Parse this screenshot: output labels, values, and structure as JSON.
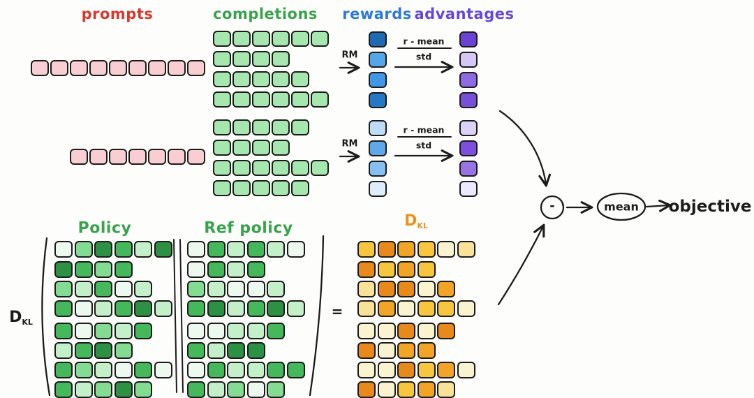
{
  "palette": {
    "ink": "#1c1c1c",
    "background": "#fdfdfb",
    "prompt_fill": "#f8ced2",
    "completion_fill": "#a6e7af",
    "label_red": "#d6392e",
    "label_green": "#38a34c",
    "label_blue": "#2b7bd4",
    "label_purple": "#6747d8",
    "label_orange": "#e8941c",
    "green_shades": {
      "g0": "#edf9ee",
      "g1": "#c3efc9",
      "g2": "#84db92",
      "g3": "#44b85b",
      "g4": "#2d9144"
    },
    "orange_shades": {
      "o0": "#faf3cf",
      "o1": "#f8e29a",
      "o2": "#f6c63e",
      "o3": "#f2a426",
      "o4": "#e8891c"
    }
  },
  "header": {
    "prompts": "prompts",
    "completions": "completions",
    "rewards": "rewards",
    "advantages": "advantages"
  },
  "top": {
    "rm_label": "RM",
    "fraction": {
      "numerator": "r - mean",
      "denominator": "std"
    },
    "prompt_rows": [
      9,
      7
    ],
    "completion_groups": [
      [
        6,
        4,
        5,
        6
      ],
      [
        5,
        4,
        6,
        5
      ]
    ],
    "reward_columns": [
      [
        "#1d6ab3",
        "#54a6e9",
        "#3e98e5",
        "#2478c5"
      ],
      [
        "#bcdcf7",
        "#5fa9e9",
        "#85c0f0",
        "#ddedfb"
      ]
    ],
    "advantage_columns": [
      [
        "#6b43d4",
        "#d6c6f3",
        "#8f6ae0",
        "#7850d8"
      ],
      [
        "#dcd2f6",
        "#7c50dc",
        "#9773e3",
        "#ebe9fb"
      ]
    ]
  },
  "flow": {
    "minus": "-",
    "mean": "mean",
    "objective": "objective"
  },
  "bottom": {
    "policy_label": "Policy",
    "ref_policy_label": "Ref policy",
    "equals": "=",
    "dkl": {
      "base": "D",
      "sub": "KL"
    },
    "policy": [
      [
        "g0",
        "g2",
        "g4",
        "g3",
        "g1",
        "g4"
      ],
      [
        "g4",
        "g3",
        "g2",
        "g3"
      ],
      [
        "g2",
        "g1",
        "g3",
        "g0",
        "g1"
      ],
      [
        "g3",
        "g0",
        "g1",
        "g3",
        "g4",
        "g1"
      ],
      [
        "g3",
        "g0",
        "g2",
        "g1",
        "g3"
      ],
      [
        "g1",
        "g3",
        "g4",
        "g2"
      ],
      [
        "g3",
        "g2",
        "g1",
        "g0",
        "g3",
        "g0"
      ],
      [
        "g3",
        "g1",
        "g2",
        "g4",
        "g2"
      ]
    ],
    "ref_policy": [
      [
        "g0",
        "g3",
        "g1",
        "g3",
        "g1",
        "g0"
      ],
      [
        "g0",
        "g3",
        "g1",
        "g3"
      ],
      [
        "g2",
        "g1",
        "g0",
        "g0",
        "g1"
      ],
      [
        "g3",
        "g4",
        "g1",
        "g3",
        "g4",
        "g1"
      ],
      [
        "g0",
        "g0",
        "g1",
        "g1",
        "g3"
      ],
      [
        "g3",
        "g1",
        "g4",
        "g4"
      ],
      [
        "g0",
        "g3",
        "g1",
        "g1",
        "g3",
        "g3"
      ],
      [
        "g3",
        "g1",
        "g2",
        "g0",
        "g2"
      ]
    ],
    "dkl_matrix": [
      [
        "o2",
        "o4",
        "o3",
        "o2",
        "o0",
        "o1"
      ],
      [
        "o4",
        "o2",
        "o3",
        "o2"
      ],
      [
        "o1",
        "o4",
        "o4",
        "o0",
        "o3"
      ],
      [
        "o1",
        "o3",
        "o0",
        "o2",
        "o2",
        "o0"
      ],
      [
        "o0",
        "o0",
        "o4",
        "o0",
        "o4"
      ],
      [
        "o4",
        "o0",
        "o3",
        "o3"
      ],
      [
        "o0",
        "o0",
        "o4",
        "o2",
        "o3",
        "o0"
      ],
      [
        "o4",
        "o0",
        "o2",
        "o3",
        "o1"
      ]
    ]
  }
}
